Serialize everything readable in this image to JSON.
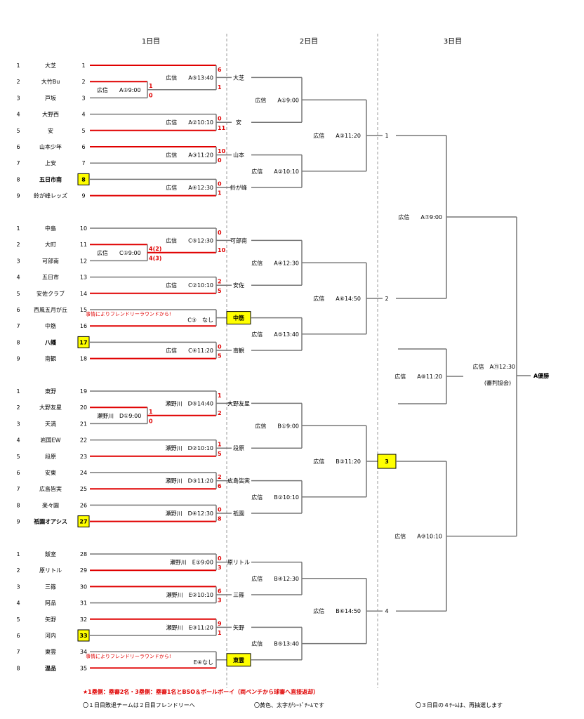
{
  "headers": {
    "day1": "1日目",
    "day2": "2日目",
    "day3": "3日目"
  },
  "groups": [
    {
      "teams": [
        {
          "seed": "1",
          "name": "大芝",
          "num": "1"
        },
        {
          "seed": "2",
          "name": "大竹Bu",
          "num": "2"
        },
        {
          "seed": "3",
          "name": "戸坂",
          "num": "3"
        },
        {
          "seed": "4",
          "name": "大野西",
          "num": "4"
        },
        {
          "seed": "5",
          "name": "安",
          "num": "5"
        },
        {
          "seed": "6",
          "name": "山本少年",
          "num": "6"
        },
        {
          "seed": "7",
          "name": "上安",
          "num": "7"
        },
        {
          "seed": "8",
          "name": "五日市南",
          "num": "8"
        },
        {
          "seed": "9",
          "name": "鈴が峰レッズ",
          "num": "9"
        }
      ],
      "d1": [
        {
          "label": "広信　　A⑤13:40",
          "s1": "6",
          "s2": "1"
        },
        {
          "label": "広信　　A①9:00",
          "s1": "1",
          "s2": "0"
        },
        {
          "label": "広信　　A②10:10",
          "s1": "0",
          "s2": "11"
        },
        {
          "label": "広信　　A③11:20",
          "s1": "10",
          "s2": "0"
        },
        {
          "label": "広信　　A④12:30",
          "s1": "0",
          "s2": "1"
        }
      ],
      "d1note": "",
      "d2teams": [
        "大芝",
        "安",
        "山本",
        "鈴が峰"
      ],
      "d2": [
        "広信　　A①9:00",
        "広信　　A②10:10"
      ],
      "d2final": "広信　　A③11:20"
    },
    {
      "teams": [
        {
          "seed": "1",
          "name": "中島",
          "num": "10"
        },
        {
          "seed": "2",
          "name": "大町",
          "num": "11"
        },
        {
          "seed": "3",
          "name": "可部南",
          "num": "12"
        },
        {
          "seed": "4",
          "name": "五日市",
          "num": "13"
        },
        {
          "seed": "5",
          "name": "安佐クラブ",
          "num": "14"
        },
        {
          "seed": "6",
          "name": "西風五月が丘",
          "num": "15"
        },
        {
          "seed": "7",
          "name": "中筋",
          "num": "16"
        },
        {
          "seed": "8",
          "name": "八幡",
          "num": "17"
        },
        {
          "seed": "9",
          "name": "南観",
          "num": "18"
        }
      ],
      "d1": [
        {
          "label": "広信　　C⑤12:30",
          "s1": "0",
          "s2": "10"
        },
        {
          "label": "広信　　C①9:00",
          "s1": "4(2)",
          "s2": "4(3)"
        },
        {
          "label": "広信　　C②10:10",
          "s1": "2",
          "s2": "5"
        },
        {
          "label": "C③　なし",
          "s1": "",
          "s2": ""
        },
        {
          "label": "広信　　C④11:20",
          "s1": "0",
          "s2": "5"
        }
      ],
      "d1note": "事情によりフレンドリーラウンドから!",
      "d2teams": [
        "可部南",
        "安佐",
        "中筋",
        "南観"
      ],
      "d2": [
        "広信　　A④12:30",
        "広信　　A⑤13:40"
      ],
      "d2final": "広信　　A⑥14:50"
    },
    {
      "teams": [
        {
          "seed": "1",
          "name": "東野",
          "num": "19"
        },
        {
          "seed": "2",
          "name": "大野友星",
          "num": "20"
        },
        {
          "seed": "3",
          "name": "天満",
          "num": "21"
        },
        {
          "seed": "4",
          "name": "岩国EW",
          "num": "22"
        },
        {
          "seed": "5",
          "name": "段原",
          "num": "23"
        },
        {
          "seed": "6",
          "name": "安東",
          "num": "24"
        },
        {
          "seed": "7",
          "name": "広島皆実",
          "num": "25"
        },
        {
          "seed": "8",
          "name": "楽々園",
          "num": "26"
        },
        {
          "seed": "9",
          "name": "祇園オアシス",
          "num": "27"
        }
      ],
      "d1": [
        {
          "label": "瀬野川　D⑤14:40",
          "s1": "1",
          "s2": "2"
        },
        {
          "label": "瀬野川　D①9:00",
          "s1": "1",
          "s2": "0"
        },
        {
          "label": "瀬野川　D②10:10",
          "s1": "1",
          "s2": "5"
        },
        {
          "label": "瀬野川　D③11:20",
          "s1": "2",
          "s2": "6"
        },
        {
          "label": "瀬野川　D④12:30",
          "s1": "0",
          "s2": "8"
        }
      ],
      "d1note": "",
      "d2teams": [
        "大野友星",
        "段原",
        "広島皆実",
        "祇園"
      ],
      "d2": [
        "広信　　B①9:00",
        "広信　　B②10:10"
      ],
      "d2final": "広信　　B③11:20"
    },
    {
      "teams": [
        {
          "seed": "1",
          "name": "飯室",
          "num": "28"
        },
        {
          "seed": "2",
          "name": "原リトル",
          "num": "29"
        },
        {
          "seed": "3",
          "name": "三篠",
          "num": "30"
        },
        {
          "seed": "4",
          "name": "阿品",
          "num": "31"
        },
        {
          "seed": "5",
          "name": "矢野",
          "num": "32"
        },
        {
          "seed": "6",
          "name": "河内",
          "num": "33"
        },
        {
          "seed": "7",
          "name": "東雲",
          "num": "34"
        },
        {
          "seed": "8",
          "name": "温品",
          "num": "35"
        }
      ],
      "d1": [
        {
          "label": "瀬野川　E①9:00",
          "s1": "0",
          "s2": "3"
        },
        {
          "label": "瀬野川　E②10:10",
          "s1": "6",
          "s2": "3"
        },
        {
          "label": "瀬野川　E③11:20",
          "s1": "9",
          "s2": "1"
        },
        {
          "label": "E④なし",
          "s1": "",
          "s2": ""
        }
      ],
      "d1note": "事情によりフレンドリーラウンドから!",
      "d2teams": [
        "原リトル",
        "三篠",
        "矢野",
        "東雲"
      ],
      "d2": [
        "広信　　B④12:30",
        "広信　　B⑤13:40"
      ],
      "d2final": "広信　　B⑥14:50"
    }
  ],
  "day3": {
    "slots": [
      "1",
      "2",
      "3",
      "4"
    ],
    "sf1": "広信　　A⑦9:00",
    "sf2": "広信　　A⑧11:20",
    "sf3": "広信　　A⑨10:10",
    "final": "広信　A⑪12:30",
    "final_sub": "(審判協会)",
    "champion": "A優勝"
  },
  "footer": {
    "rule": "★1塁側：塁審2名・3塁側：塁審1名とBSO＆ボールボーイ（両ベンチから球審へ直接返却）",
    "note1": "〇１日目敗退チームは２日目フレンドリーへ",
    "note2": "〇黄色、太字がｼｰﾄﾞﾁｰﾑです",
    "note3": "〇３日目の４ﾁｰﾑは、再抽選します"
  },
  "colors": {
    "winner": "#e00000",
    "line": "#777777",
    "seed": "#ffff00"
  }
}
